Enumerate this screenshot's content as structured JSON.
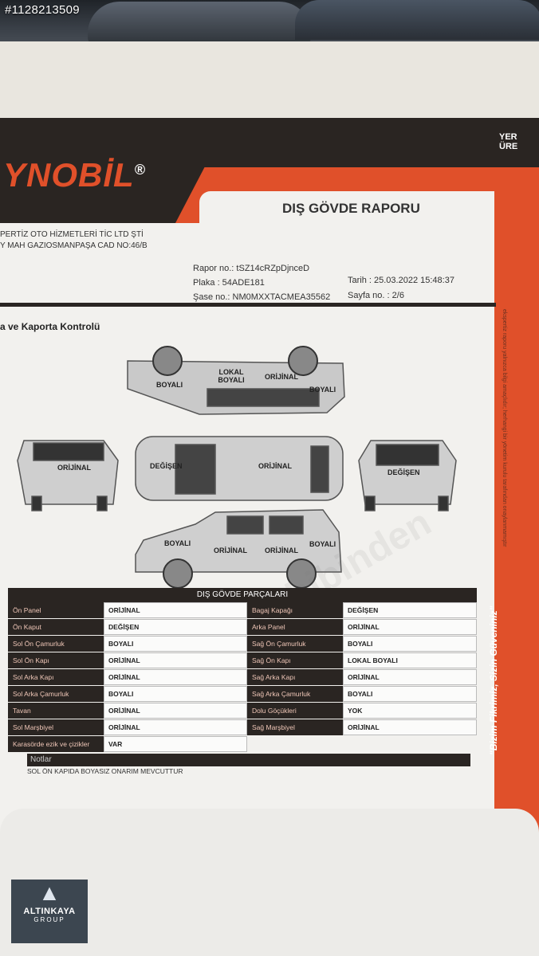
{
  "photo": {
    "listing_id": "#1128213509"
  },
  "report": {
    "brand": "YNOBİL",
    "brand_mark": "®",
    "corner_tag": "YER\nÜRE",
    "title": "DIŞ GÖVDE RAPORU",
    "company_line1": "PERTİZ OTO HİZMETLERİ TİC LTD ŞTİ",
    "company_line2": "Y MAH GAZIOSMANPAŞA CAD NO:46/B",
    "rapor_no": "Rapor no.: tSZ14cRZpDjnceD",
    "plaka": "Plaka : 54ADE181",
    "sase_no": "Şase no.: NM0MXXTACMEA35562",
    "tarih": "Tarih : 25.03.2022 15:48:37",
    "sayfa": "Sayfa no. : 2/6",
    "section": "a ve Kaporta Kontrolü",
    "diagram_labels": {
      "top_left": "BOYALI",
      "top_middle": "LOKAL BOYALI",
      "top_orijinal": "ORİJİNAL",
      "top_right": "BOYALI",
      "front": "ORİJİNAL",
      "roof_left": "DEĞİŞEN",
      "roof_mid": "ORİJİNAL",
      "rear": "DEĞİŞEN",
      "side_left": "BOYALI",
      "side_mid1": "ORİJİNAL",
      "side_mid2": "ORİJİNAL",
      "side_right": "BOYALI"
    },
    "parts_title": "DIŞ GÖVDE PARÇALARI",
    "left_parts": [
      {
        "name": "Ön Panel",
        "status": "ORİJİNAL"
      },
      {
        "name": "Ön Kaput",
        "status": "DEĞİŞEN"
      },
      {
        "name": "Sol Ön Çamurluk",
        "status": "BOYALI"
      },
      {
        "name": "Sol Ön Kapı",
        "status": "ORİJİNAL"
      },
      {
        "name": "Sol Arka Kapı",
        "status": "ORİJİNAL"
      },
      {
        "name": "Sol Arka Çamurluk",
        "status": "BOYALI"
      },
      {
        "name": "Tavan",
        "status": "ORİJİNAL"
      },
      {
        "name": "Sol Marşbiyel",
        "status": "ORİJİNAL"
      },
      {
        "name": "Karasörde ezik ve çizikler",
        "status": "VAR"
      }
    ],
    "right_parts": [
      {
        "name": "Bagaj Kapağı",
        "status": "DEĞİŞEN"
      },
      {
        "name": "Arka Panel",
        "status": "ORİJİNAL"
      },
      {
        "name": "Sağ Ön Çamurluk",
        "status": "BOYALI"
      },
      {
        "name": "Sağ Ön Kapı",
        "status": "LOKAL BOYALI"
      },
      {
        "name": "Sağ Arka Kapı",
        "status": "ORİJİNAL"
      },
      {
        "name": "Sağ Arka Çamurluk",
        "status": "BOYALI"
      },
      {
        "name": "Dolu Göçükleri",
        "status": "YOK"
      },
      {
        "name": "Sağ Marşbiyel",
        "status": "ORİJİNAL"
      }
    ],
    "notes_title": "Notlar",
    "notes_text": "SOL ÖN KAPIDA BOYASIZ ONARIM MEVCUTTUR",
    "slogan": "\"Bizim Fikrimiz, Sizin Güveniniz\"",
    "side_note": "ekspertiz raporu yalnızca bilgi amaçlıdır; herhangi bir yönetim kurulu tarafından onaylanmamıştır"
  },
  "logo": {
    "name": "ALTINKAYA",
    "sub": "GROUP"
  },
  "colors": {
    "accent": "#e0502a",
    "dark": "#2a2522"
  }
}
